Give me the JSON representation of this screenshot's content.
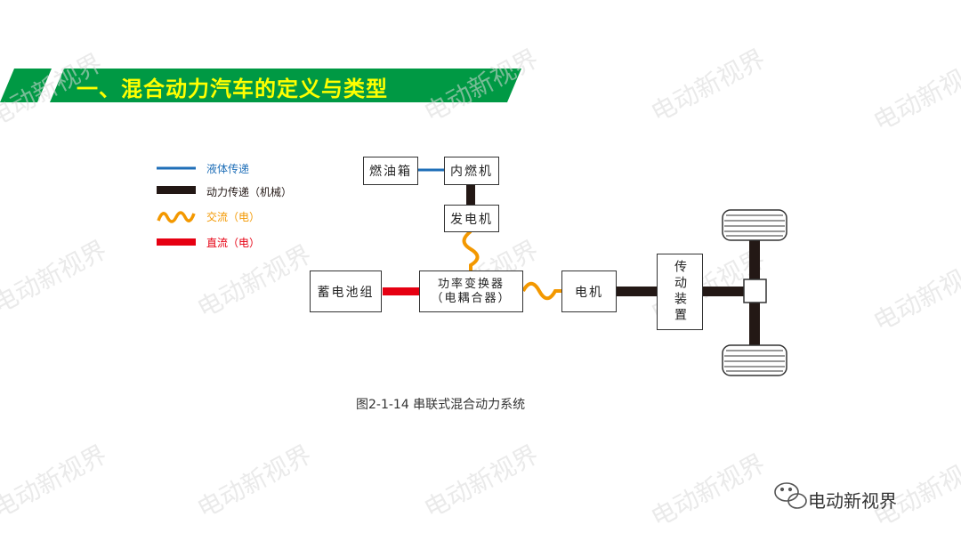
{
  "slide": {
    "title": "一、混合动力汽车的定义与类型",
    "caption": "图2-1-14  串联式混合动力系统",
    "watermark": "电动新视界",
    "brand_name": "电动新视界"
  },
  "legend": [
    {
      "label": "液体传递",
      "color": "#1f6fb8",
      "style": "line"
    },
    {
      "label": "动力传递（机械）",
      "color": "#231815",
      "style": "thick"
    },
    {
      "label": "交流（电）",
      "color": "#f39800",
      "style": "wave"
    },
    {
      "label": "直流（电）",
      "color": "#e60012",
      "style": "thick"
    }
  ],
  "diagram": {
    "fuel_tank": "燃油箱",
    "engine": "内燃机",
    "generator": "发电机",
    "battery": "蓄电池组",
    "converter_line1": "功率变换器",
    "converter_line2": "（电耦合器）",
    "motor": "电机",
    "transmission": "传动装置"
  },
  "colors": {
    "title_band": "#009944",
    "title_text": "#ffff00",
    "liquid": "#1f6fb8",
    "mechanical": "#231815",
    "ac": "#f39800",
    "dc": "#e60012"
  }
}
